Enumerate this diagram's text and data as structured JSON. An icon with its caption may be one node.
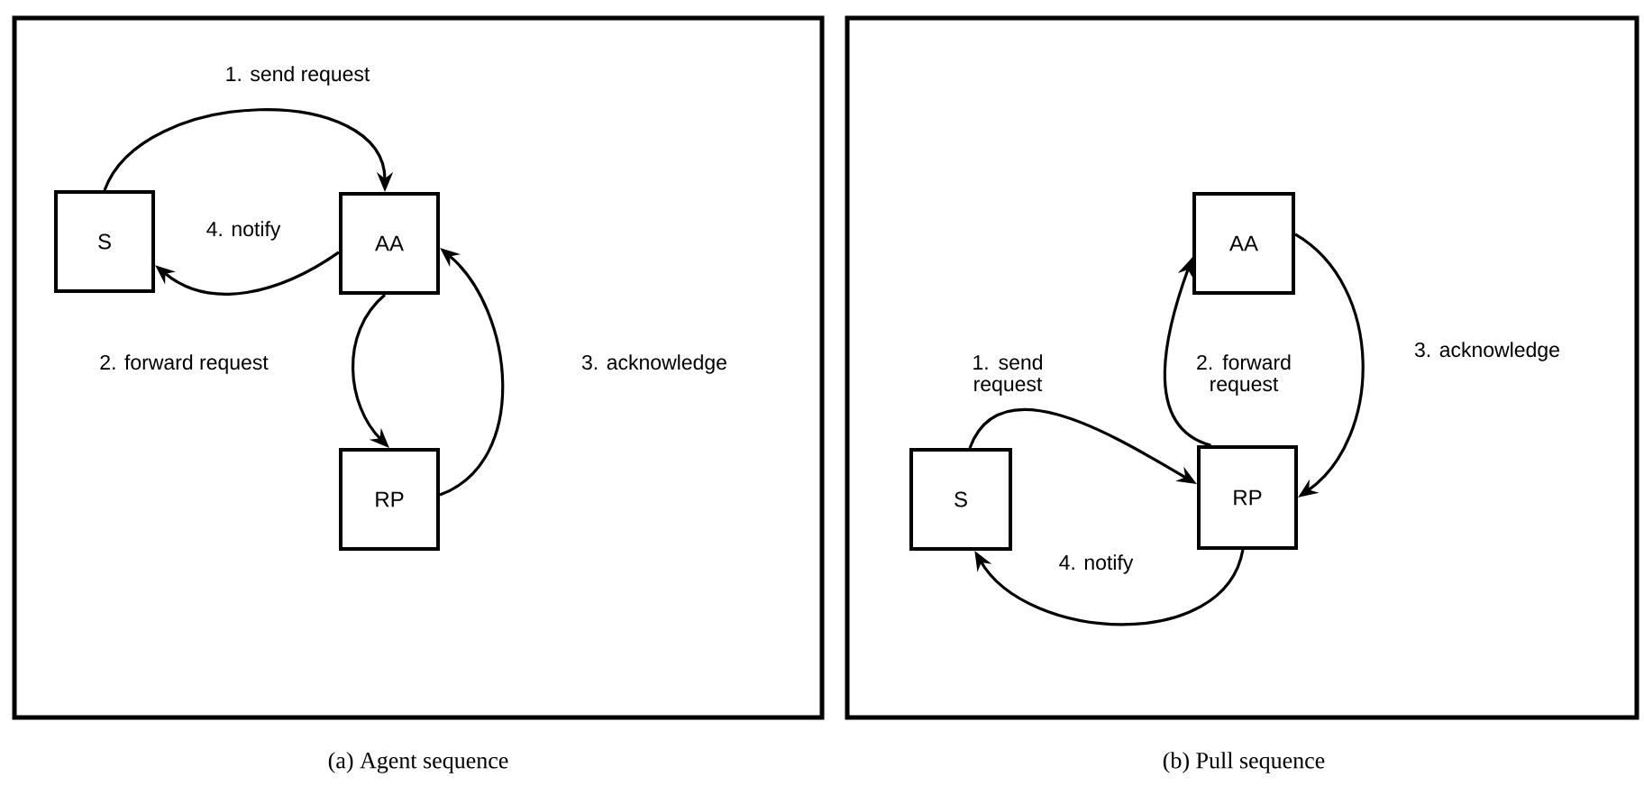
{
  "diagram": {
    "nodes": [
      {
        "text": [],
        "shape": "box"
      },
      {
        "text": [
          "S"
        ],
        "in": 0
      },
      {
        "text": [
          "AA"
        ],
        "in": 0
      },
      {
        "text": [
          "RP"
        ],
        "in": 0
      },
      {
        "text": [],
        "shape": "box"
      },
      {
        "text": [
          "AA"
        ],
        "in": 4
      },
      {
        "text": [
          "S"
        ],
        "in": 4
      },
      {
        "text": [
          "RP"
        ],
        "in": 4
      }
    ],
    "edges": [
      {
        "from": 1,
        "to": 2,
        "arrow": "to",
        "label": "1. send request"
      },
      {
        "from": 2,
        "to": 3,
        "arrow": "to",
        "label": "2. forward request"
      },
      {
        "from": 3,
        "to": 2,
        "arrow": "to",
        "label": "3. acknowledge"
      },
      {
        "from": 2,
        "to": 1,
        "arrow": "to",
        "label": "4. notify"
      },
      {
        "from": 6,
        "to": 7,
        "arrow": "to",
        "label": "1.  send request"
      },
      {
        "from": 7,
        "to": 5,
        "arrow": "to",
        "label": "2. forward request"
      },
      {
        "from": 5,
        "to": 7,
        "arrow": "to",
        "label": "3. acknowledge"
      },
      {
        "from": 7,
        "to": 6,
        "arrow": "to",
        "label": "4. notify"
      }
    ],
    "labels": [
      "(a) Agent sequence",
      "(b) Pull sequence"
    ]
  }
}
